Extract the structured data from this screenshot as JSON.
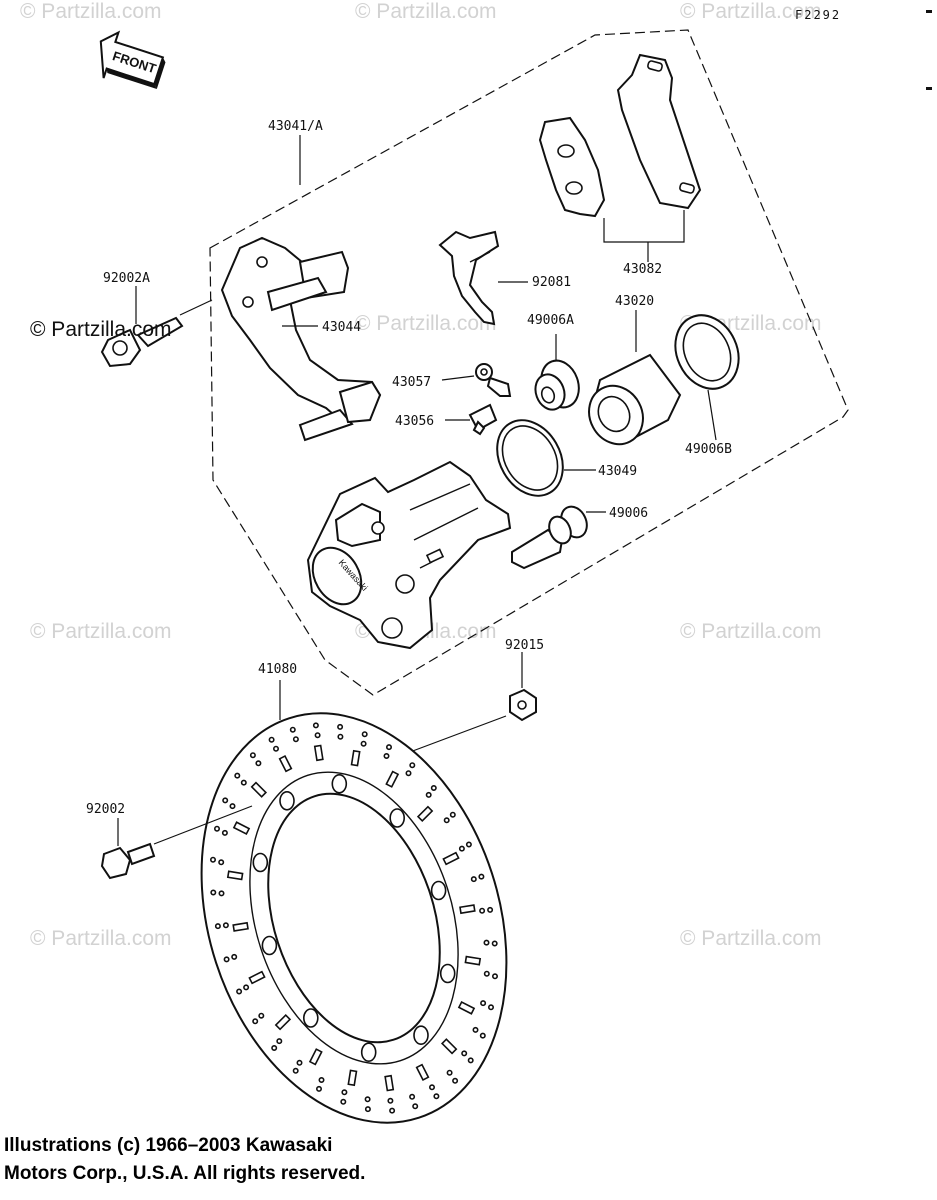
{
  "figure_code": "F2292",
  "front_label": "FRONT",
  "watermark": "© Partzilla.com",
  "parts": {
    "p43041A": "43041/A",
    "p92002A": "92002A",
    "p43044": "43044",
    "p92081": "92081",
    "p43082": "43082",
    "p43020": "43020",
    "p49006A": "49006A",
    "p43057": "43057",
    "p43056": "43056",
    "p49006B": "49006B",
    "p43049": "43049",
    "p49006": "49006",
    "p92015": "92015",
    "p41080": "41080",
    "p92002": "92002"
  },
  "caliper_brand": "Kawasaki",
  "copyright": {
    "line1": "Illustrations (c) 1966–2003 Kawasaki",
    "line2": "Motors Corp., U.S.A.  All rights reserved."
  }
}
